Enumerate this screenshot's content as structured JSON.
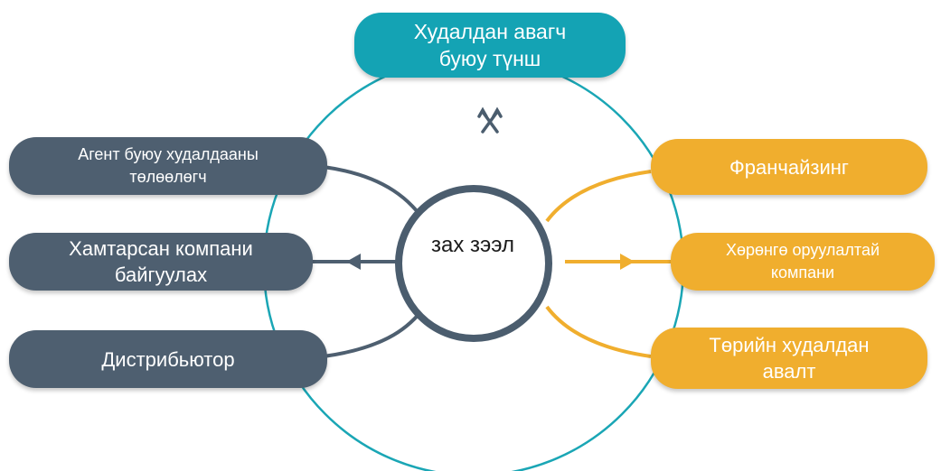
{
  "center": {
    "label": "зах зээл"
  },
  "top_node": {
    "label": "Худалдан авагч\nбуюу түнш"
  },
  "left_nodes": [
    {
      "label": "Агент буюу худалдааны\nтөлөөлөгч"
    },
    {
      "label": "Хамтарсан компани\nбайгуулах"
    },
    {
      "label": "Дистрибьютор"
    }
  ],
  "right_nodes": [
    {
      "label": "Франчайзинг"
    },
    {
      "label": "Хөрөнгө оруулалтай\nкомпани"
    },
    {
      "label": "Төрийн худалдан\nавалт"
    }
  ],
  "icons": {
    "top": "shuffle-arrows-icon",
    "left": "triangle-left-icon",
    "right": "triangle-right-icon"
  },
  "colors": {
    "dark": "#4e5f70",
    "gold": "#f0ae2e",
    "teal": "#14a3b4",
    "ring": "#1aa6b5",
    "hub": "#4b5d6e"
  }
}
